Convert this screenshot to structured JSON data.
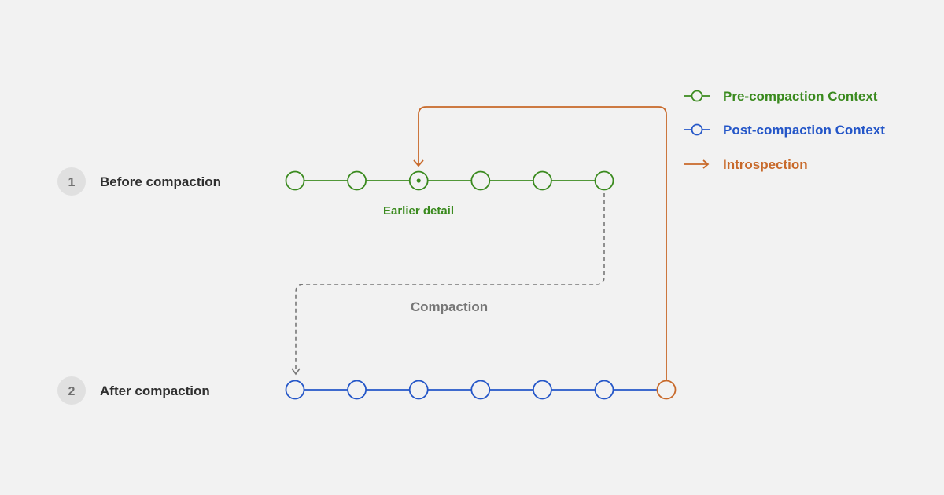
{
  "colors": {
    "background": "#f2f2f2",
    "pre": "#3a8a1e",
    "post": "#2456c8",
    "introspection": "#c8692a",
    "compaction": "#777777",
    "badge_fill": "#e0e0e0",
    "badge_text": "#707070",
    "label_text": "#303030",
    "node_fill": "#f2f2f2"
  },
  "legend": {
    "pre_label": "Pre-compaction Context",
    "post_label": "Post-compaction Context",
    "introspection_label": "Introspection"
  },
  "rows": {
    "before": {
      "number": "1",
      "label": "Before compaction"
    },
    "after": {
      "number": "2",
      "label": "After compaction"
    }
  },
  "annotations": {
    "earlier_detail": "Earlier detail",
    "compaction": "Compaction"
  },
  "before_nodes": {
    "count": 6,
    "highlighted_index": 2
  },
  "after_nodes": {
    "count": 6,
    "introspection_nodes": 1
  }
}
